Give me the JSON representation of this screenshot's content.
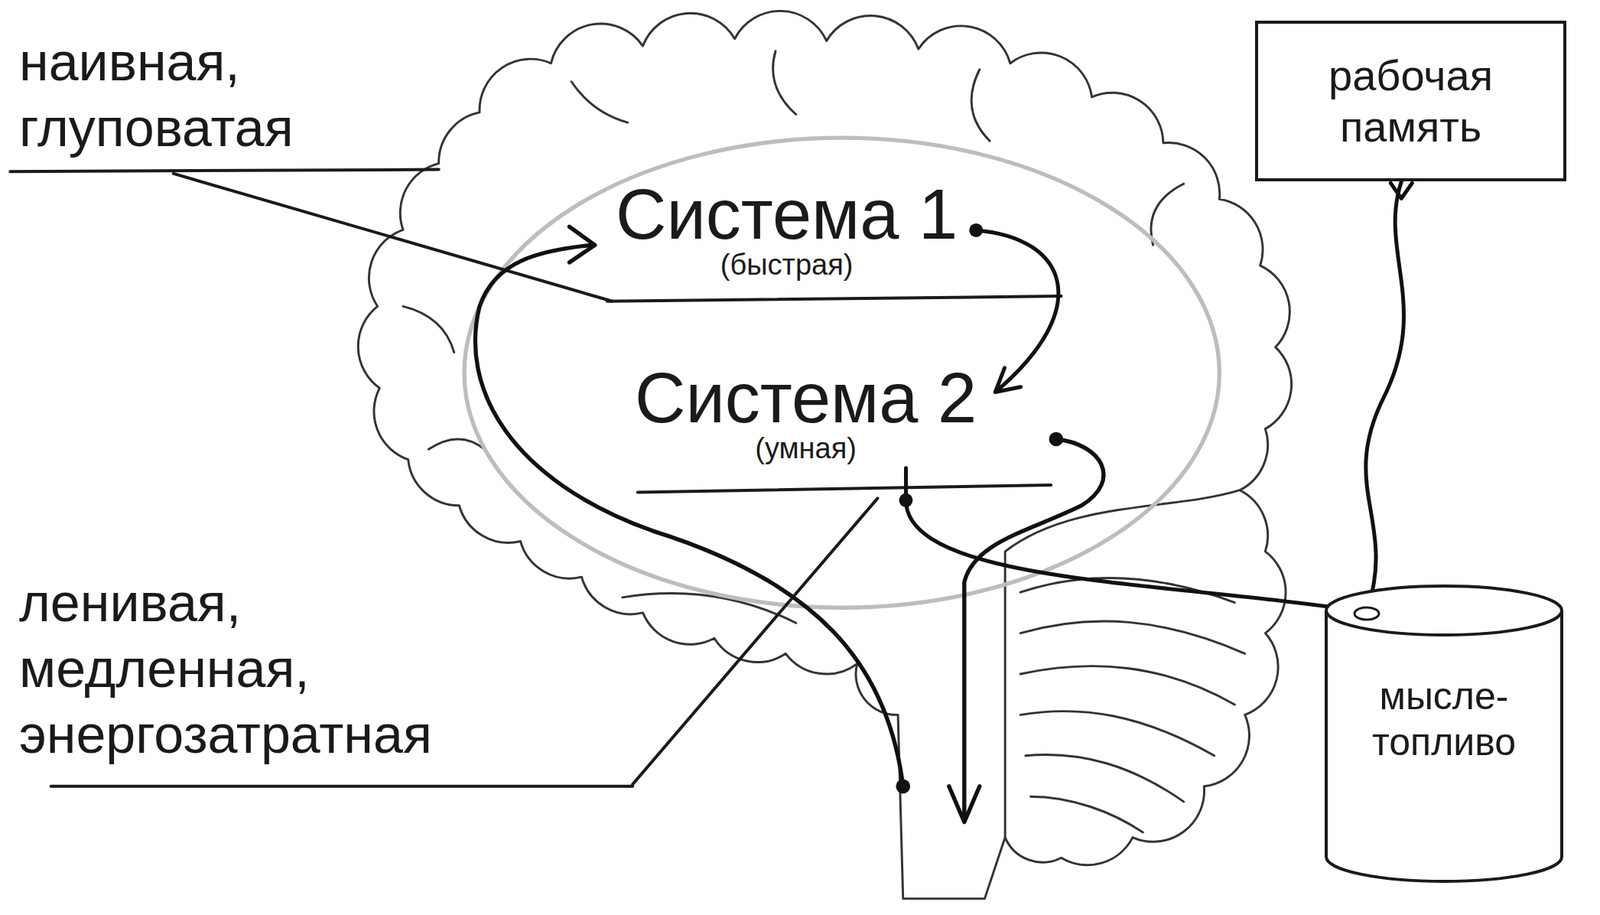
{
  "diagram": {
    "nodes": [
      {
        "text": [
          "Система 1",
          "(быстрая)"
        ]
      },
      {
        "text": [
          "Система 2",
          "(умная)"
        ]
      },
      {
        "text": [
          "рабочая память"
        ]
      },
      {
        "text": [
          "мысле- топливо"
        ]
      }
    ],
    "edges": [
      {
        "from": 0,
        "to": 1,
        "arrow": "to"
      },
      {
        "from": 1,
        "to": 3,
        "arrow": "none"
      },
      {
        "from": 2,
        "to": 3,
        "arrow": "none"
      }
    ],
    "labels": [
      "наивная, глуповатая",
      "ленивая, медленная, энергозатратная"
    ]
  }
}
